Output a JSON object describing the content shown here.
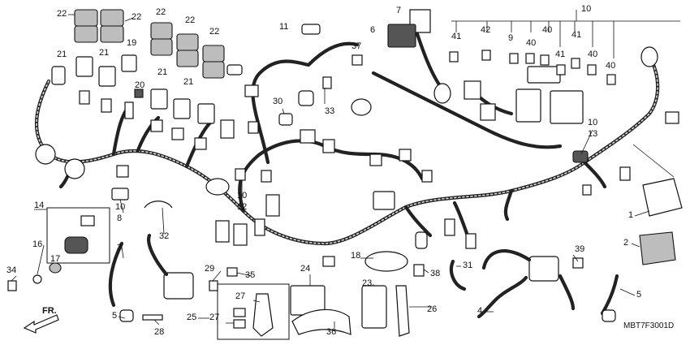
{
  "callouts": [
    {
      "id": "c22a",
      "text": "22"
    },
    {
      "id": "c22b",
      "text": "22"
    },
    {
      "id": "c22c",
      "text": "22"
    },
    {
      "id": "c22d",
      "text": "22"
    },
    {
      "id": "c22e",
      "text": "22"
    },
    {
      "id": "c19",
      "text": "19"
    },
    {
      "id": "c21a",
      "text": "21"
    },
    {
      "id": "c21b",
      "text": "21"
    },
    {
      "id": "c20",
      "text": "20"
    },
    {
      "id": "c21c",
      "text": "21"
    },
    {
      "id": "c21d",
      "text": "21"
    },
    {
      "id": "c11",
      "text": "11"
    },
    {
      "id": "c7",
      "text": "7"
    },
    {
      "id": "c6",
      "text": "6"
    },
    {
      "id": "c37",
      "text": "37"
    },
    {
      "id": "c33",
      "text": "33"
    },
    {
      "id": "c30",
      "text": "30"
    },
    {
      "id": "c41a",
      "text": "41"
    },
    {
      "id": "c42",
      "text": "42"
    },
    {
      "id": "c9",
      "text": "9"
    },
    {
      "id": "c40a",
      "text": "40"
    },
    {
      "id": "c40b",
      "text": "40"
    },
    {
      "id": "c10a",
      "text": "10"
    },
    {
      "id": "c41b",
      "text": "41"
    },
    {
      "id": "c41c",
      "text": "41"
    },
    {
      "id": "c40c",
      "text": "40"
    },
    {
      "id": "c40d",
      "text": "40"
    },
    {
      "id": "c10b",
      "text": "10"
    },
    {
      "id": "c13",
      "text": "13"
    },
    {
      "id": "c10c",
      "text": "10"
    },
    {
      "id": "c12",
      "text": "12"
    },
    {
      "id": "c14",
      "text": "14"
    },
    {
      "id": "c8",
      "text": "8"
    },
    {
      "id": "c10d",
      "text": "10"
    },
    {
      "id": "c32",
      "text": "32"
    },
    {
      "id": "c16",
      "text": "16"
    },
    {
      "id": "c17",
      "text": "17"
    },
    {
      "id": "c34",
      "text": "34"
    },
    {
      "id": "c3",
      "text": "3"
    },
    {
      "id": "c29",
      "text": "29"
    },
    {
      "id": "c35",
      "text": "35"
    },
    {
      "id": "c24",
      "text": "24"
    },
    {
      "id": "c18",
      "text": "18"
    },
    {
      "id": "c38",
      "text": "38"
    },
    {
      "id": "c31",
      "text": "31"
    },
    {
      "id": "c23",
      "text": "23"
    },
    {
      "id": "c39",
      "text": "39"
    },
    {
      "id": "c1",
      "text": "1"
    },
    {
      "id": "c2",
      "text": "2"
    },
    {
      "id": "c5a",
      "text": "5"
    },
    {
      "id": "c5b",
      "text": "5"
    },
    {
      "id": "c4",
      "text": "4"
    },
    {
      "id": "c27a",
      "text": "27"
    },
    {
      "id": "c27b",
      "text": "27"
    },
    {
      "id": "c25",
      "text": "25"
    },
    {
      "id": "c28",
      "text": "28"
    },
    {
      "id": "c36",
      "text": "36"
    },
    {
      "id": "c26",
      "text": "26"
    }
  ],
  "front_label": "FR.",
  "diagram_code": "MBT7F3001D"
}
